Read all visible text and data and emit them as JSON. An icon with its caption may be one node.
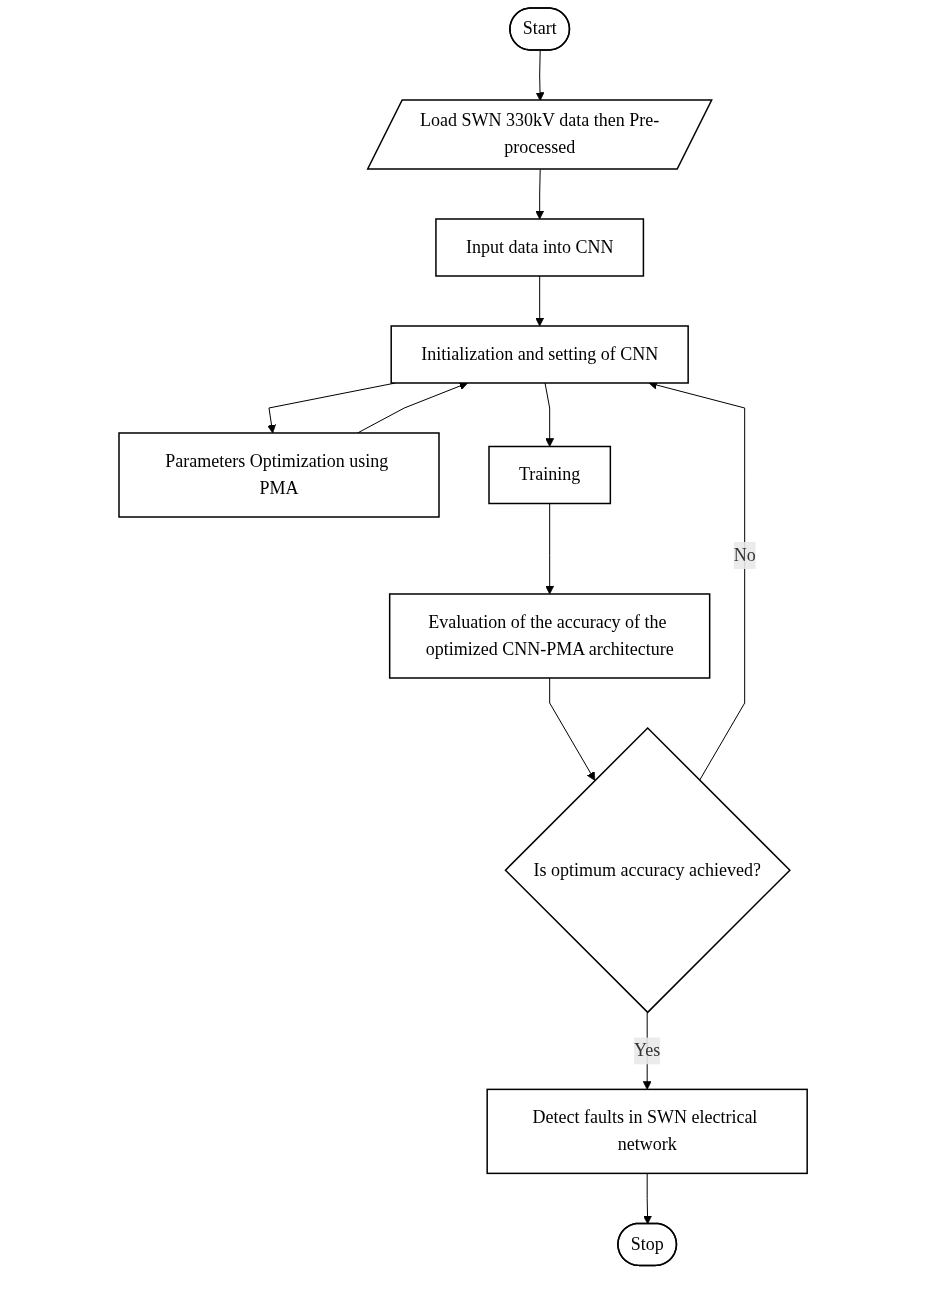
{
  "diagram": {
    "nodes": [
      {
        "text": [
          "Start"
        ]
      },
      {
        "text": [
          "Load SWN 330kV data then Pre-processed"
        ]
      },
      {
        "text": [
          "Input data into CNN"
        ]
      },
      {
        "text": [
          "Parameters Optimization using PMA"
        ]
      },
      {
        "text": [
          "Initialization and setting of CNN"
        ]
      },
      {
        "text": [
          "Training"
        ]
      },
      {
        "text": [
          "Evaluation of the accuracy of the optimized CNN-PMA architecture"
        ]
      },
      {
        "text": [
          "Is optimum accuracy achieved?"
        ]
      },
      {
        "text": [
          "Detect faults in SWN electrical network"
        ]
      },
      {
        "text": [
          "Stop"
        ]
      }
    ],
    "edges": [
      {
        "from": 0,
        "to": 1,
        "arrow": "to"
      },
      {
        "from": 1,
        "to": 2,
        "arrow": "to"
      },
      {
        "from": 2,
        "to": 4,
        "arrow": "to"
      },
      {
        "from": 3,
        "to": 4,
        "arrow": "to"
      },
      {
        "from": 4,
        "to": 3,
        "arrow": "to"
      },
      {
        "from": 4,
        "to": 5,
        "arrow": "to"
      },
      {
        "from": 5,
        "to": 6,
        "arrow": "to"
      },
      {
        "from": 6,
        "to": 7,
        "arrow": "to"
      },
      {
        "from": 7,
        "to": 4,
        "label": "No",
        "arrow": "to"
      },
      {
        "from": 7,
        "to": 8,
        "label": "Yes",
        "arrow": "to"
      },
      {
        "from": 8,
        "to": 9,
        "arrow": "to"
      }
    ]
  }
}
